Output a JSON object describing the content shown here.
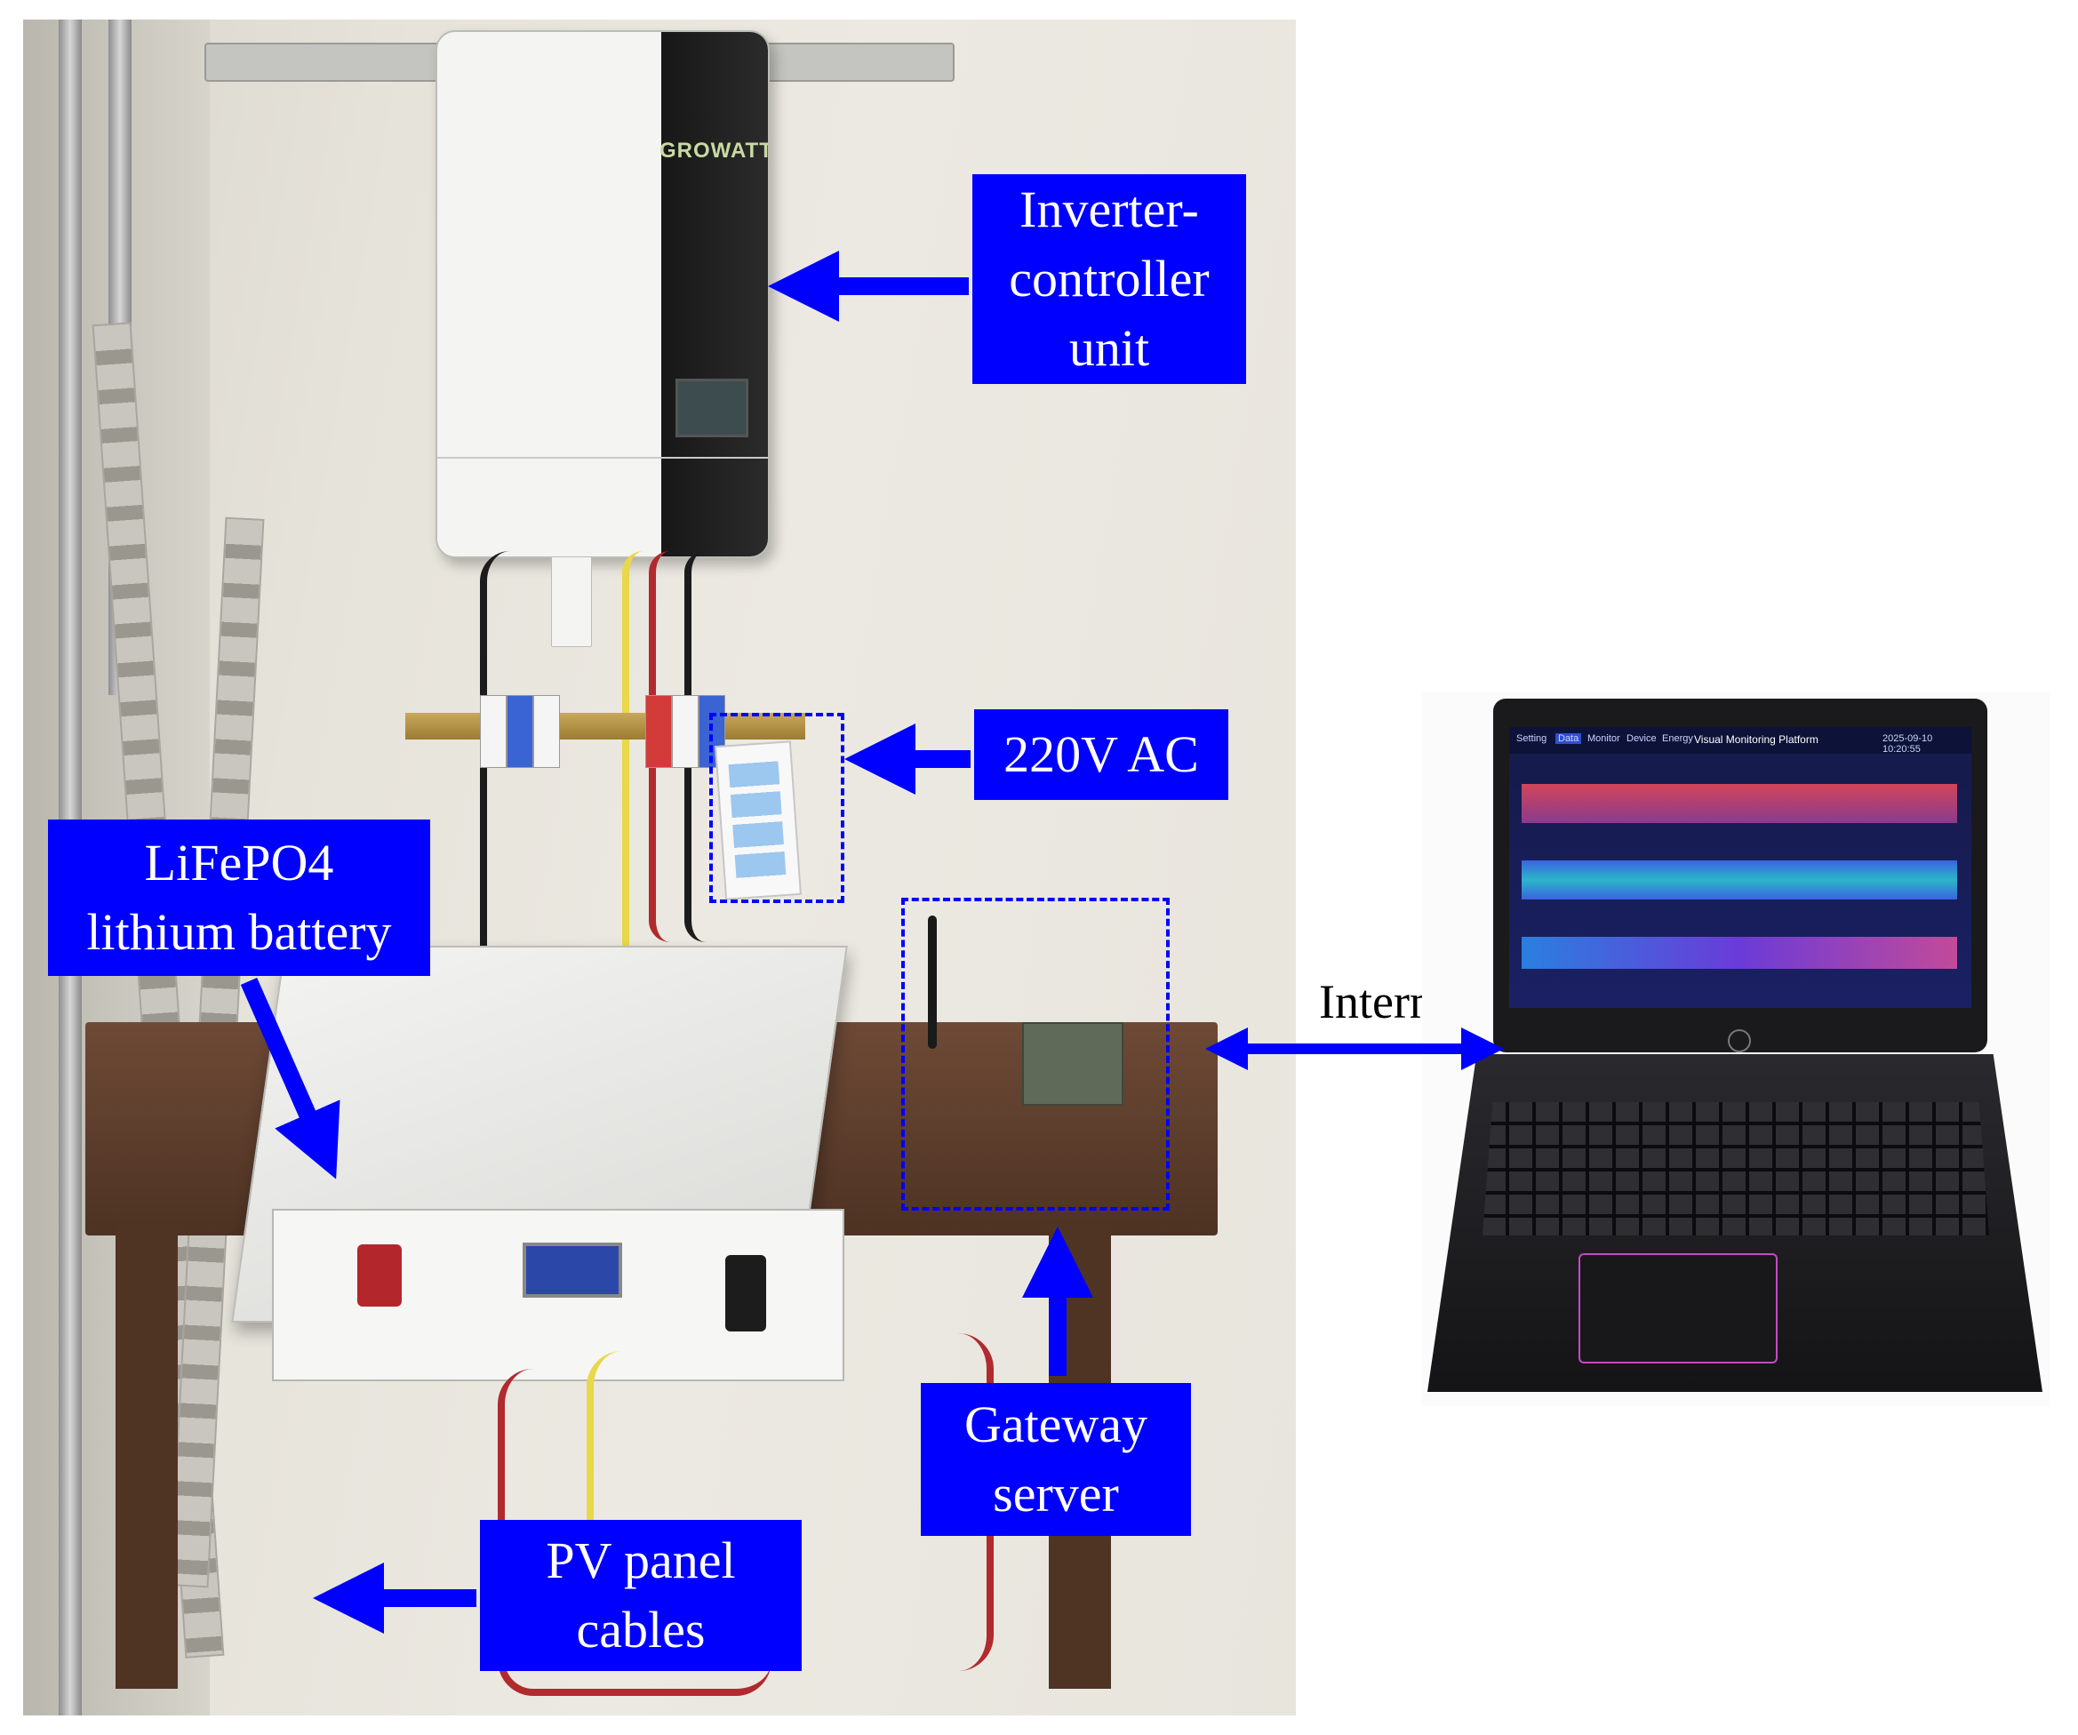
{
  "photo": {
    "inverter_brand": "GROWATT",
    "label_brand_tag": "GROWATT"
  },
  "annotations": {
    "inverter": [
      "Inverter-",
      "controller",
      "unit"
    ],
    "ac": [
      "220V AC"
    ],
    "battery": [
      "LiFePO4",
      "lithium battery"
    ],
    "gateway": [
      "Gateway",
      "server"
    ],
    "pv": [
      "PV panel",
      "cables"
    ],
    "internet": "Internet"
  },
  "laptop_screen": {
    "nav": [
      "Setting",
      "Data",
      "Monitor",
      "Device",
      "Energy"
    ],
    "title": "Visual Monitoring Platform",
    "datetime": "2025-09-10 10:20:55"
  },
  "colors": {
    "annotation_fill": "#0000ff",
    "annotation_text": "#ffffff",
    "arrow": "#0000ff"
  }
}
